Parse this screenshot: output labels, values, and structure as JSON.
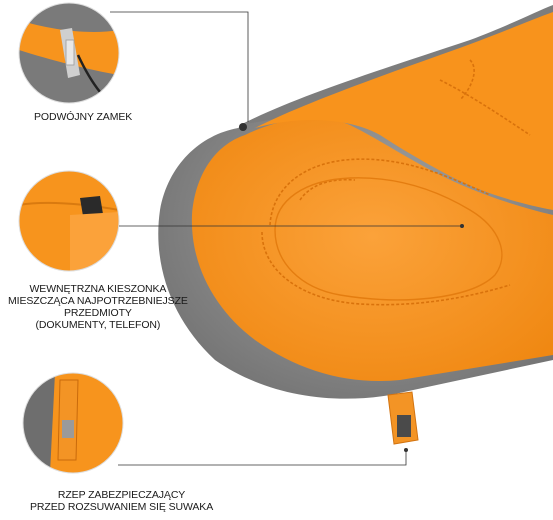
{
  "colors": {
    "orange": "#f7941d",
    "orange_dark": "#e27a0c",
    "gray_shell": "#8c8c8c",
    "gray_dark": "#5f5f5f",
    "line": "#333333"
  },
  "callouts": {
    "zip": {
      "label": "PODWÓJNY ZAMEK"
    },
    "pocket": {
      "lines": [
        "WEWNĘTRZNA KIESZONKA",
        "MIESZCZĄCA NAJPOTRZEBNIEJSZE",
        "PRZEDMIOTY",
        "(DOKUMENTY, TELEFON)"
      ]
    },
    "strap": {
      "lines": [
        "RZEP ZABEZPIECZAJĄCY",
        "PRZED ROZSUWANIEM  SIĘ SUWAKA"
      ]
    }
  }
}
